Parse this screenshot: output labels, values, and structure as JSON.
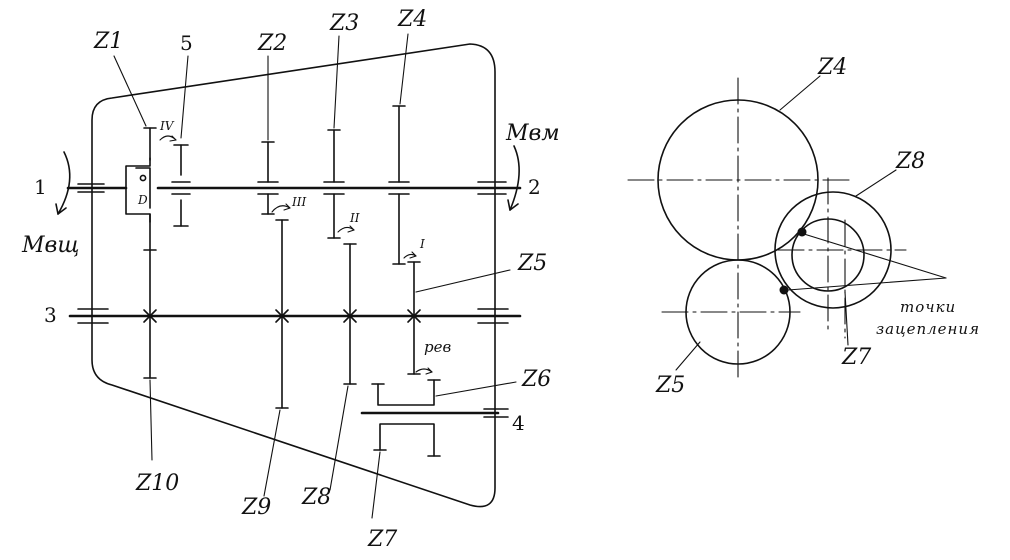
{
  "kinematic_scheme": {
    "gears": {
      "z1": "Z1",
      "z2": "Z2",
      "z3": "Z3",
      "z4": "Z4",
      "z5": "Z5",
      "z6": "Z6",
      "z7": "Z7",
      "z8": "Z8",
      "z9": "Z9",
      "z10": "Z10"
    },
    "shafts": {
      "s1": "1",
      "s2": "2",
      "s3": "3",
      "s4": "4",
      "s5": "5"
    },
    "torques": {
      "input": "Mвщ",
      "output": "Mвм"
    },
    "shift_positions": {
      "i": "I",
      "ii": "II",
      "iii": "III",
      "iv": "IV",
      "rev": "рев"
    },
    "clutch_mark": "D"
  },
  "mesh_view": {
    "gears": {
      "z4": "Z4",
      "z5": "Z5",
      "z7": "Z7",
      "z8": "Z8"
    },
    "contact_label_line1": "точки",
    "contact_label_line2": "зацепления"
  }
}
